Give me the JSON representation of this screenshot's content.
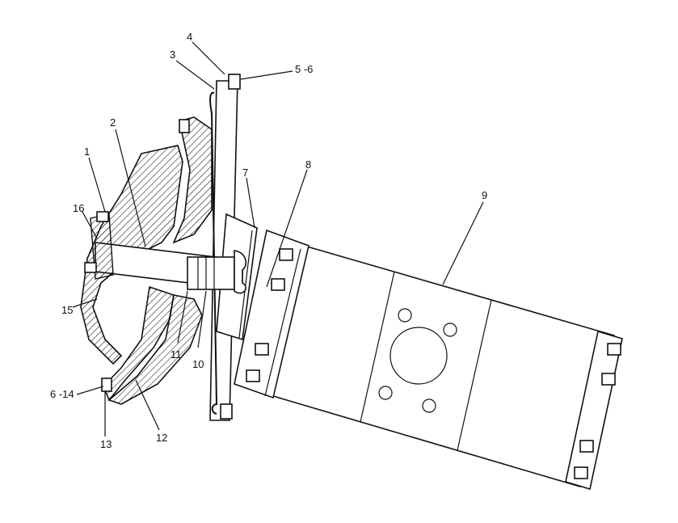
{
  "diagram": {
    "callouts": [
      {
        "id": "c1",
        "text": "1"
      },
      {
        "id": "c2",
        "text": "2"
      },
      {
        "id": "c3",
        "text": "3"
      },
      {
        "id": "c4",
        "text": "4"
      },
      {
        "id": "c56",
        "text": "5 -6"
      },
      {
        "id": "c7",
        "text": "7"
      },
      {
        "id": "c8",
        "text": "8"
      },
      {
        "id": "c9",
        "text": "9"
      },
      {
        "id": "c10",
        "text": "10"
      },
      {
        "id": "c11",
        "text": "11"
      },
      {
        "id": "c12",
        "text": "12"
      },
      {
        "id": "c13",
        "text": "13"
      },
      {
        "id": "c614",
        "text": "6 -14"
      },
      {
        "id": "c15",
        "text": "15"
      },
      {
        "id": "c16",
        "text": "16"
      }
    ]
  }
}
